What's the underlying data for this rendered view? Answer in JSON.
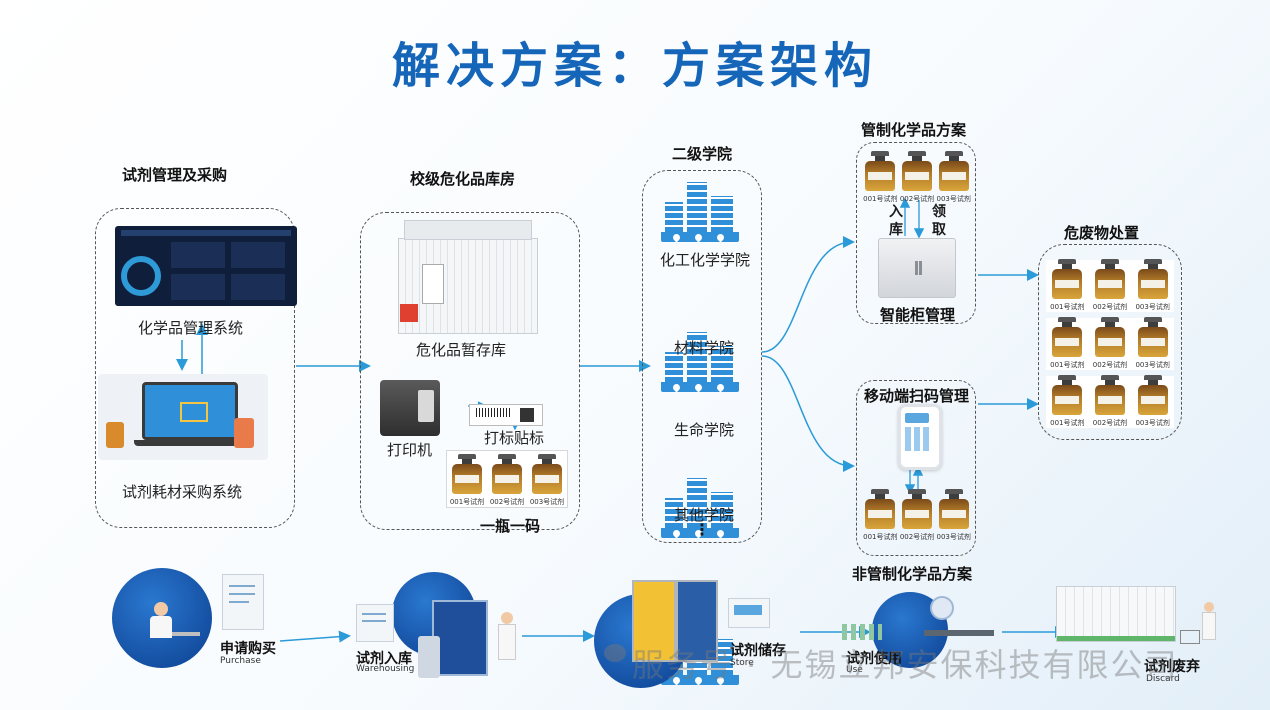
{
  "title": "解决方案：方案架构",
  "procurement": {
    "heading": "试剂管理及采购",
    "system_label": "化学品管理系统",
    "purchase_label": "试剂耗材采购系统"
  },
  "warehouse": {
    "heading": "校级危化品库房",
    "store_label": "危化品暂存库",
    "printer_label": "打印机",
    "tag_label": "打标贴标",
    "code_label": "一瓶一码"
  },
  "college": {
    "heading": "二级学院",
    "items": [
      "化工化学学院",
      "材料学院",
      "生命学院",
      "其他学院"
    ],
    "more": "⋮"
  },
  "controlled": {
    "heading": "管制化学品方案",
    "in_label": "入库",
    "out_label": "领取",
    "cabinet_label": "智能柜管理"
  },
  "mobile": {
    "heading": "移动端扫码管理",
    "footer": "非管制化学品方案"
  },
  "waste": {
    "heading": "危废物处置"
  },
  "bottle_labels": [
    "001号试剂",
    "002号试剂",
    "003号试剂"
  ],
  "process": [
    {
      "cn": "申请购买",
      "en": "Purchase"
    },
    {
      "cn": "试剂入库",
      "en": "Warehousing"
    },
    {
      "cn": "试剂储存",
      "en": "Store"
    },
    {
      "cn": "试剂使用",
      "en": "Use"
    },
    {
      "cn": "试剂废弃",
      "en": "Discard"
    }
  ],
  "watermark": "服务号 · 无锡立邦安保科技有限公司",
  "colors": {
    "title": "#1566b8",
    "arrow": "#2a9ad8",
    "building": "#2f8fd8"
  }
}
